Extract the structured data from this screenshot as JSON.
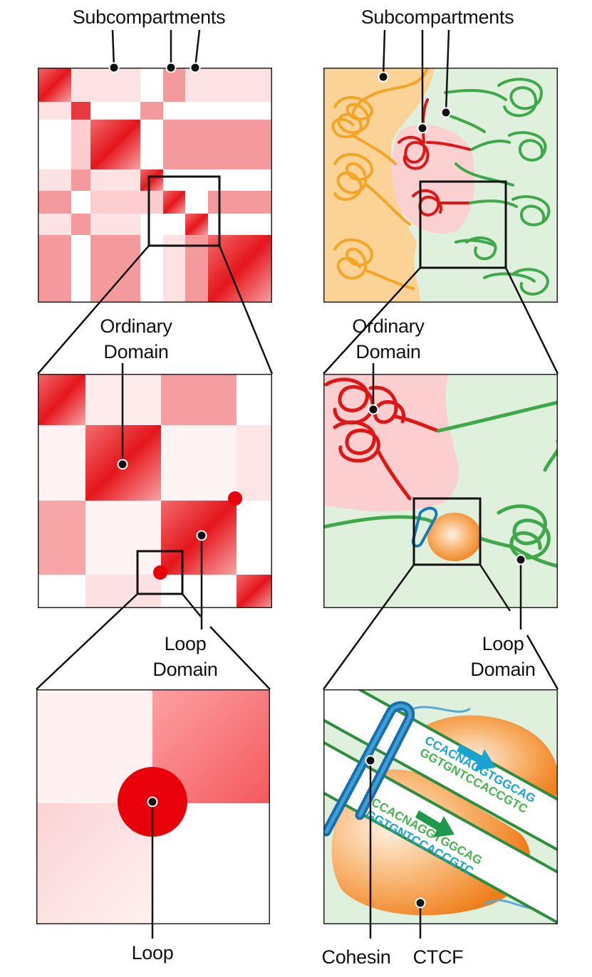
{
  "labels": {
    "left_subcompartments": "Subcompartments",
    "right_subcompartments": "Subcompartments",
    "left_ordinary_1": "Ordinary",
    "left_ordinary_2": "Domain",
    "right_ordinary_1": "Ordinary",
    "right_ordinary_2": "Domain",
    "left_loop_domain_1": "Loop",
    "left_loop_domain_2": "Domain",
    "right_loop_domain_1": "Loop",
    "right_loop_domain_2": "Domain",
    "loop": "Loop",
    "cohesin": "Cohesin",
    "ctcf": "CTCF"
  },
  "dna_text": {
    "upper_top": "CCACNAGGTGGCAG",
    "upper_bottom": "GGTGNTCCACCGTC",
    "lower_top": "CCACNAGGTGGCAG",
    "lower_bottom": "GGTGNTCCACCGTC"
  },
  "colors": {
    "heatmap_red": "#e4161c",
    "heatmap_light": "#fde2e3",
    "compartment_orange": "#fbd396",
    "chromatin_orange": "#f4a528",
    "compartment_green": "#dff1dd",
    "chromatin_green": "#3fa84a",
    "chromatin_red": "#dd1616",
    "ctcf_orange": "#f48a1c",
    "cohesin_blue": "#1a7ab8",
    "arrow_cyan": "#1aa3d0",
    "arrow_green": "#1f9a4c"
  }
}
